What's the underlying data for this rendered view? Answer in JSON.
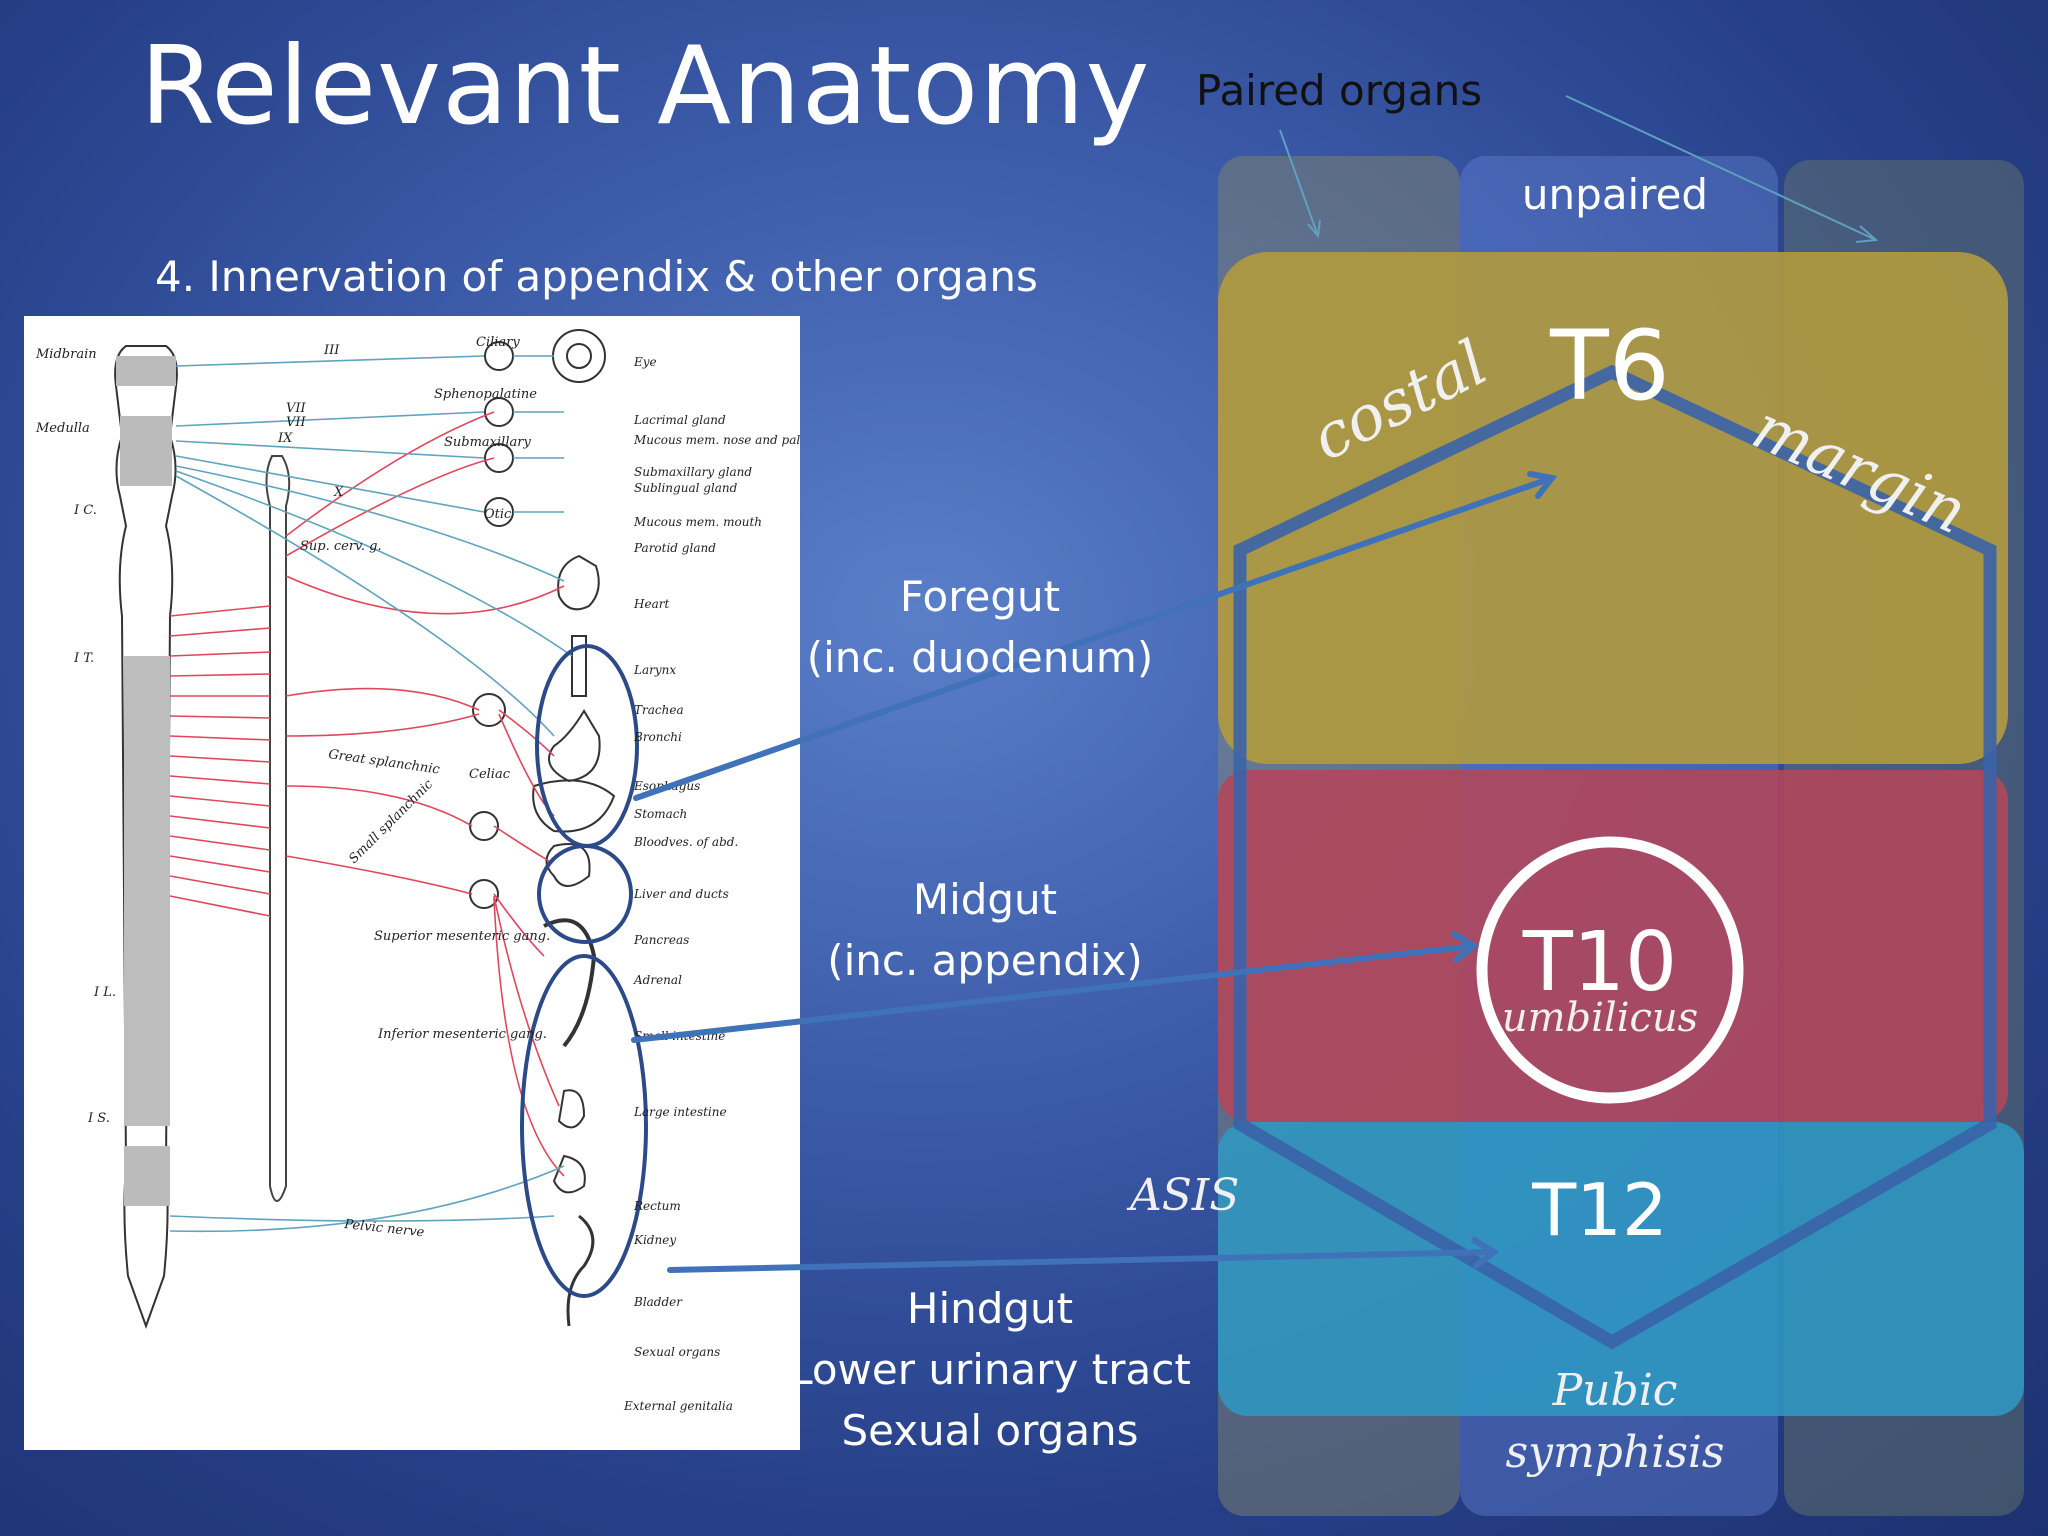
{
  "slide": {
    "title": "Relevant Anatomy",
    "subtitle": "4. Innervation of appendix & other organs"
  },
  "regions": {
    "foregut": [
      "Foregut",
      "(inc. duodenum)"
    ],
    "midgut": [
      "Midgut",
      "(inc. appendix)"
    ],
    "hindgut": [
      "Hindgut",
      "Lower urinary tract",
      "Sexual organs"
    ]
  },
  "dermatome": {
    "paired_label": "Paired organs",
    "unpaired_label": "unpaired",
    "t6": "T6",
    "t10": "T10",
    "umbilicus": "umbilicus",
    "t12": "T12",
    "costal": "costal",
    "margin": "margin",
    "asis": "ASIS",
    "pubic": [
      "Pubic",
      "symphisis"
    ]
  },
  "figure": {
    "left_labels": [
      "Midbrain",
      "Medulla",
      "I C.",
      "I T.",
      "I L.",
      "I S."
    ],
    "nerve_labels": [
      "III",
      "VII",
      "VII",
      "IX",
      "X",
      "Sup. cerv. g.",
      "Great splanchnic",
      "Small splanchnic",
      "Superior mesenteric gang.",
      "Inferior mesenteric gang.",
      "Pelvic nerve"
    ],
    "ganglia_labels": [
      "Ciliary",
      "Sphenopalatine",
      "Submaxillary",
      "Otic",
      "Celiac"
    ],
    "organ_labels": [
      "Eye",
      "Lacrimal gland",
      "Mucous mem. nose and palate",
      "Submaxillary gland",
      "Sublingual gland",
      "Mucous mem. mouth",
      "Parotid gland",
      "Heart",
      "Larynx",
      "Trachea",
      "Bronchi",
      "Esophagus",
      "Stomach",
      "Bloodves. of abd.",
      "Liver and ducts",
      "Pancreas",
      "Adrenal",
      "Small intestine",
      "Large intestine",
      "Rectum",
      "Kidney",
      "Bladder",
      "Sexual organs",
      "External genitalia"
    ]
  },
  "colors": {
    "bg": "#3b5aa8",
    "yellow_band": "#b19b3e",
    "red_band": "#b4465a",
    "blue_band": "#2f97c2",
    "hexagon": "#3a63a8",
    "arrow": "#3f72b8",
    "ellipse": "#2c4a87"
  }
}
